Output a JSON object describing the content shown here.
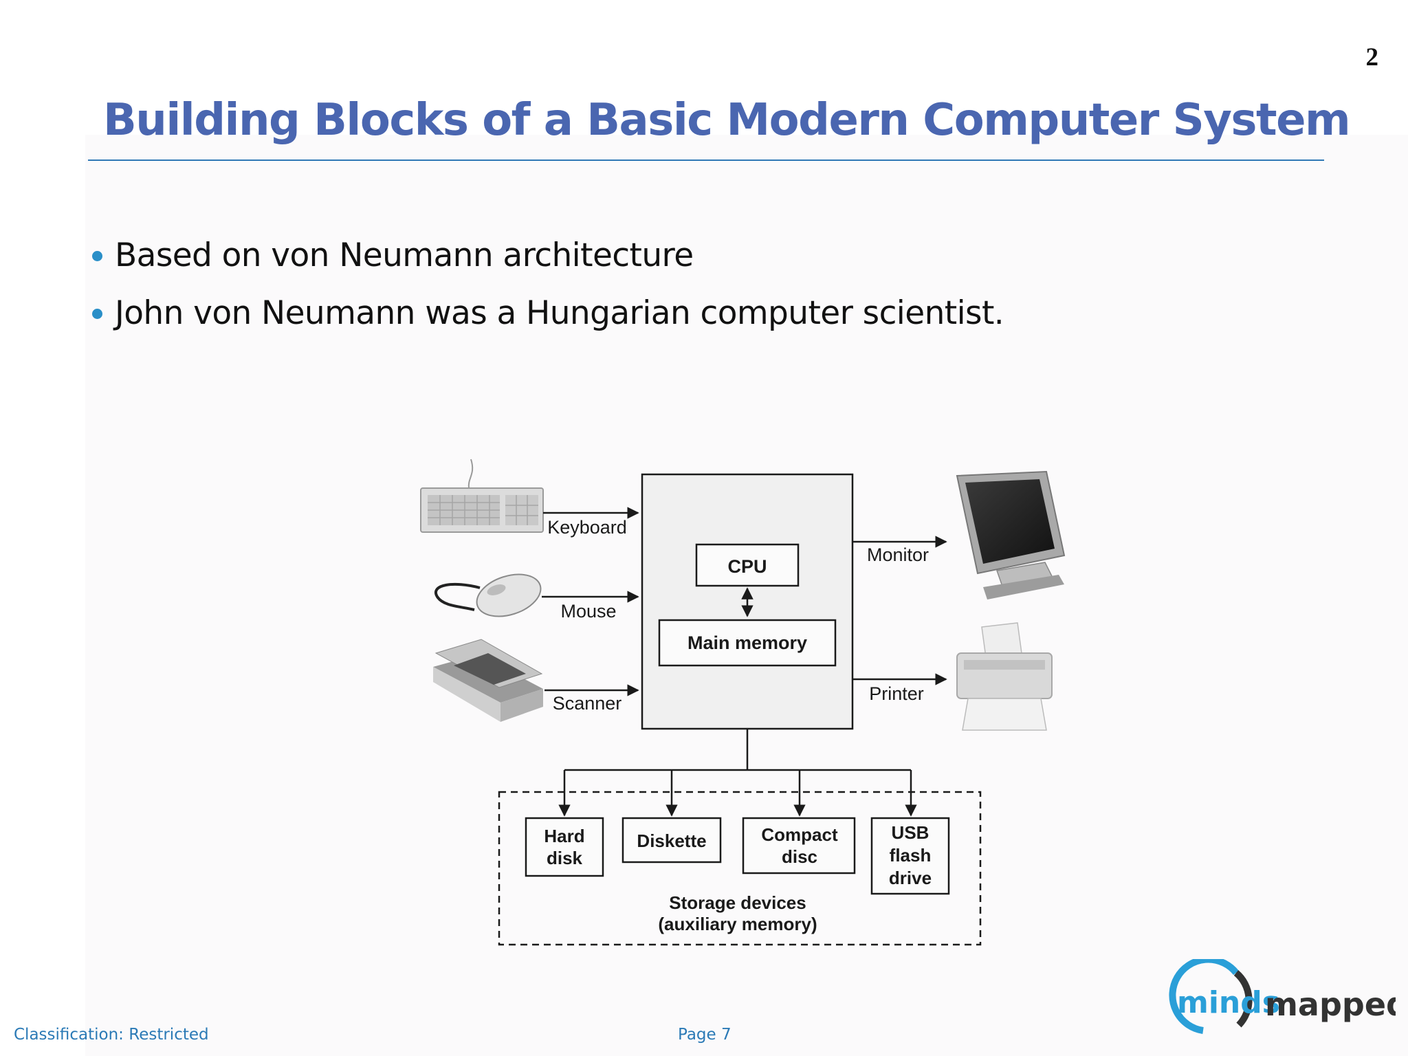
{
  "slide": {
    "number": "2",
    "title": "Building Blocks of a Basic Modern Computer System",
    "bullets": [
      "Based on von Neumann architecture",
      "John von Neumann was a Hungarian computer scientist."
    ]
  },
  "diagram": {
    "inputs": {
      "keyboard": "Keyboard",
      "mouse": "Mouse",
      "scanner": "Scanner"
    },
    "core": {
      "cpu": "CPU",
      "main_memory": "Main memory"
    },
    "outputs": {
      "monitor": "Monitor",
      "printer": "Printer"
    },
    "storage": {
      "hard_disk": [
        "Hard",
        "disk"
      ],
      "diskette": "Diskette",
      "compact_disc": [
        "Compact",
        "disc"
      ],
      "usb_flash_drive": [
        "USB",
        "flash",
        "drive"
      ],
      "group_label": [
        "Storage devices",
        "(auxiliary memory)"
      ]
    }
  },
  "footer": {
    "classification": "Classification: Restricted",
    "page": "Page 7"
  },
  "logo": {
    "text_part1": "minds",
    "text_part2": "mapped",
    "colors": {
      "part1": "#2a9fd8",
      "part2": "#333333",
      "ring": "#2a9fd8"
    }
  },
  "colors": {
    "title": "#4a66b0",
    "bullet": "#2a8fc8",
    "footer": "#2b7ab6",
    "rule": "#2f78b5"
  }
}
